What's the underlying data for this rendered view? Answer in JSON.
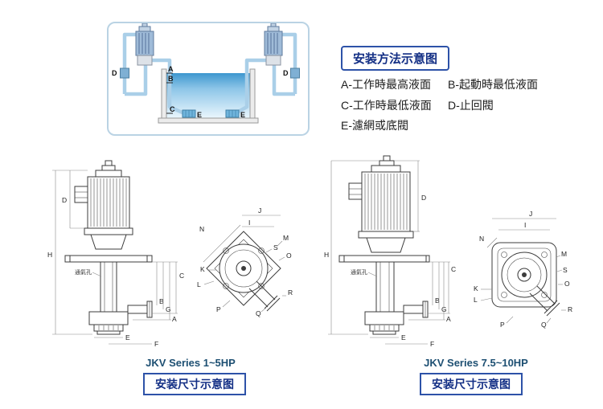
{
  "method": {
    "title": "安装方法示意图",
    "legend": [
      "A-工作時最高液面",
      "B-起動時最低液面",
      "C-工作時最低液面",
      "D-止回閥",
      "E-濾網或底閥"
    ],
    "labels": {
      "A": "A",
      "B": "B",
      "C": "C",
      "D_left": "D",
      "D_right": "D",
      "E_left": "E",
      "E_right": "E"
    }
  },
  "drawings": [
    {
      "caption": "JKV Series 1~5HP",
      "box_label": "安装尺寸示意图",
      "vent": "通氣孔",
      "dims": {
        "H": "H",
        "D": "D",
        "C": "C",
        "B": "B",
        "G": "G",
        "A": "A",
        "E": "E",
        "F": "F",
        "N": "N",
        "J": "J",
        "I": "I",
        "M": "M",
        "S": "S",
        "O": "O",
        "K": "K",
        "L": "L",
        "P": "P",
        "Q": "Q",
        "R": "R"
      }
    },
    {
      "caption": "JKV Series 7.5~10HP",
      "box_label": "安装尺寸示意图",
      "vent": "通氣孔",
      "dims": {
        "H": "H",
        "D": "D",
        "C": "C",
        "B": "B",
        "G": "G",
        "A": "A",
        "E": "E",
        "F": "F",
        "N": "N",
        "J": "J",
        "I": "I",
        "M": "M",
        "S": "S",
        "O": "O",
        "K": "K",
        "L": "L",
        "P": "P",
        "Q": "Q",
        "R": "R"
      }
    }
  ],
  "colors": {
    "accent_border": "#2d52a8",
    "accent_text": "#132f85",
    "caption_text": "#1d4f72",
    "pipe_blue": "#aacfe8",
    "water_top": "#3d97cf"
  }
}
